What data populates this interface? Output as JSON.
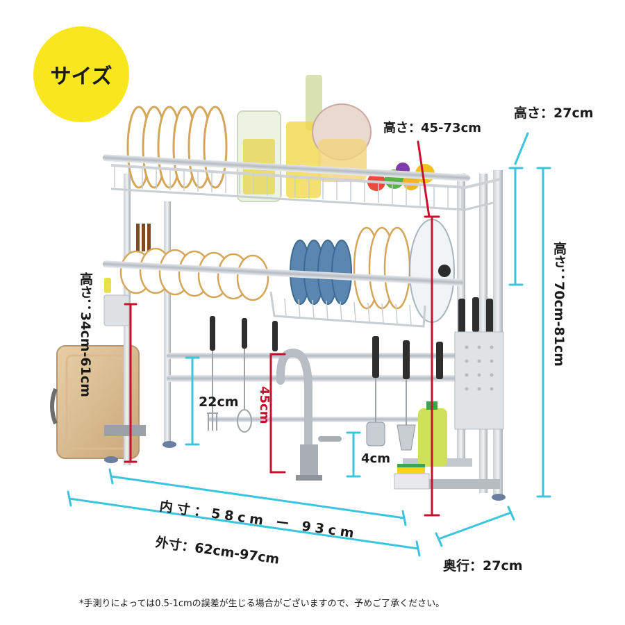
{
  "badge": {
    "text": "サイズ",
    "color": "#f8e71c"
  },
  "dimensions": {
    "height_rack_span": "高さ：45-73cm",
    "height_top": "高さ：27cm",
    "height_total": "高さ：70cm-81cm",
    "height_lower": "高さ：34cm-61cm",
    "inner_gap": "22cm",
    "faucet_clearance": "45cm",
    "hook_gap": "4cm",
    "inner_width": "内寸：58cm ー 93cm",
    "outer_width": "外寸：62cm-97cm",
    "depth": "奥行：27cm"
  },
  "footnote": "*手測りによっては0.5-1cmの誤差が生じる場合がございますので、予めご了承ください。",
  "colors": {
    "cyan": "#3cc4dc",
    "red": "#c8102e",
    "steel": "#b9bec4",
    "plate_blue": "#5b86b0"
  },
  "icons": [
    "dish-rack-illustration",
    "faucet-icon",
    "cutting-board-icon",
    "knife-holder-icon"
  ]
}
